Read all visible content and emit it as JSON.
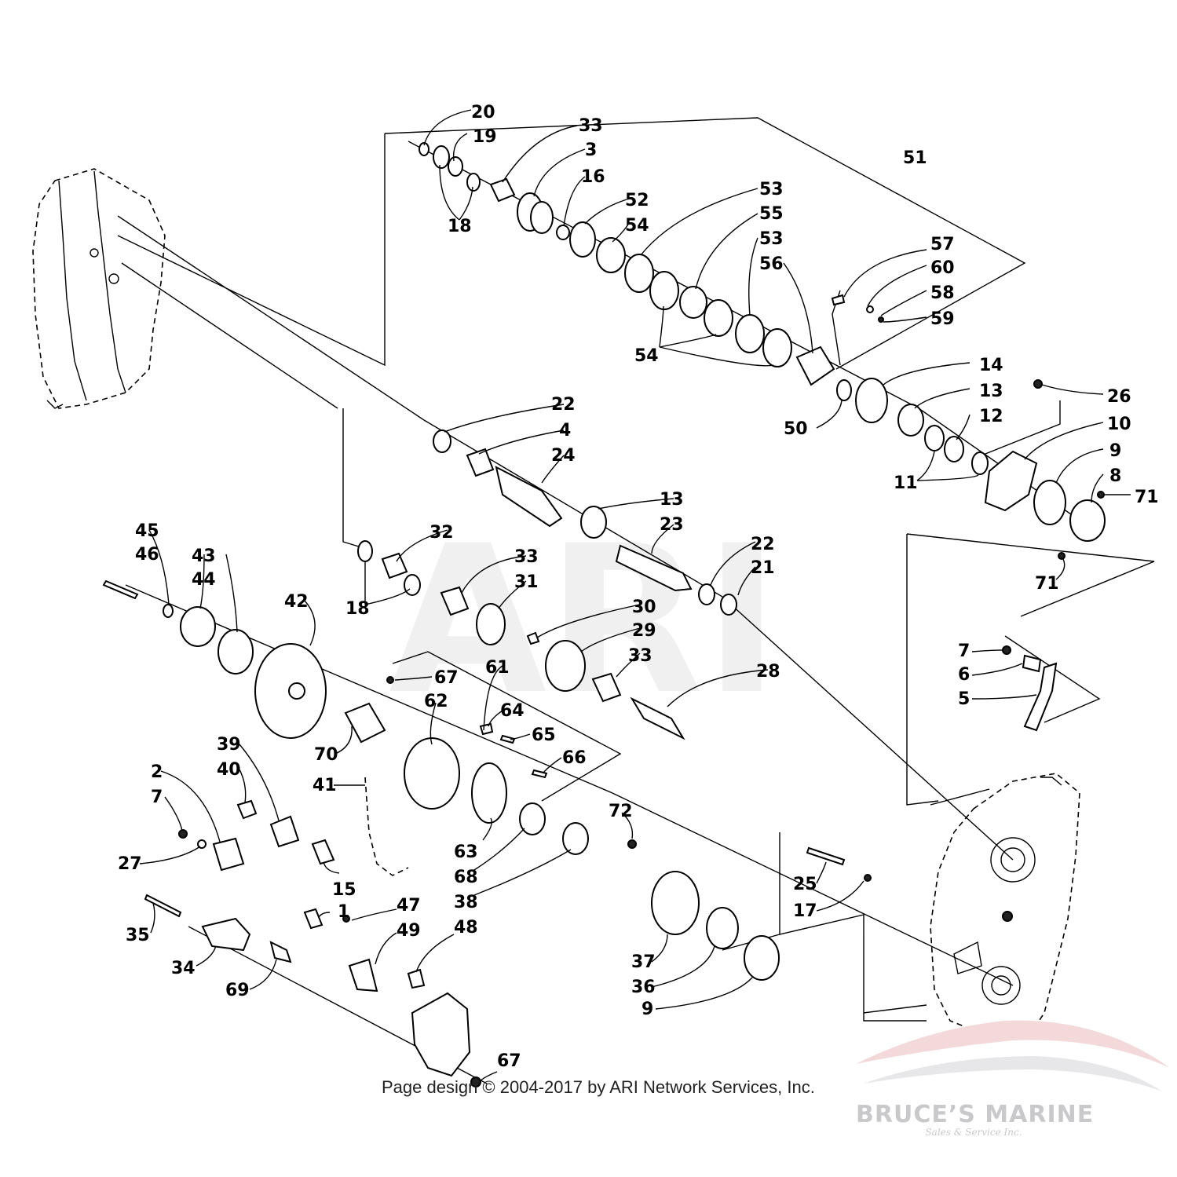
{
  "watermark": {
    "text": "ARI"
  },
  "copyright": "Page design © 2004-2017 by ARI Network Services, Inc.",
  "brand": {
    "name": "BRUCE’S MARINE",
    "tagline": "Sales & Service Inc."
  },
  "callouts": [
    {
      "id": "c20a",
      "label": "20"
    },
    {
      "id": "c19",
      "label": "19"
    },
    {
      "id": "c18a",
      "label": "18"
    },
    {
      "id": "c33a",
      "label": "33"
    },
    {
      "id": "c3",
      "label": "3"
    },
    {
      "id": "c16",
      "label": "16"
    },
    {
      "id": "c52",
      "label": "52"
    },
    {
      "id": "c54a",
      "label": "54"
    },
    {
      "id": "c51",
      "label": "51"
    },
    {
      "id": "c53a",
      "label": "53"
    },
    {
      "id": "c55",
      "label": "55"
    },
    {
      "id": "c53b",
      "label": "53"
    },
    {
      "id": "c56",
      "label": "56"
    },
    {
      "id": "c57",
      "label": "57"
    },
    {
      "id": "c60",
      "label": "60"
    },
    {
      "id": "c58",
      "label": "58"
    },
    {
      "id": "c59",
      "label": "59"
    },
    {
      "id": "c54b",
      "label": "54"
    },
    {
      "id": "c14",
      "label": "14"
    },
    {
      "id": "c13a",
      "label": "13"
    },
    {
      "id": "c50",
      "label": "50"
    },
    {
      "id": "c12",
      "label": "12"
    },
    {
      "id": "c26",
      "label": "26"
    },
    {
      "id": "c10",
      "label": "10"
    },
    {
      "id": "c9a",
      "label": "9"
    },
    {
      "id": "c8",
      "label": "8"
    },
    {
      "id": "c71a",
      "label": "71"
    },
    {
      "id": "c11",
      "label": "11"
    },
    {
      "id": "c71b",
      "label": "71"
    },
    {
      "id": "c22a",
      "label": "22"
    },
    {
      "id": "c4",
      "label": "4"
    },
    {
      "id": "c24",
      "label": "24"
    },
    {
      "id": "c13b",
      "label": "13"
    },
    {
      "id": "c23",
      "label": "23"
    },
    {
      "id": "c22b",
      "label": "22"
    },
    {
      "id": "c21",
      "label": "21"
    },
    {
      "id": "c32",
      "label": "32"
    },
    {
      "id": "c18b",
      "label": "18"
    },
    {
      "id": "c33b",
      "label": "33"
    },
    {
      "id": "c31",
      "label": "31"
    },
    {
      "id": "c30",
      "label": "30"
    },
    {
      "id": "c29",
      "label": "29"
    },
    {
      "id": "c33c",
      "label": "33"
    },
    {
      "id": "c28",
      "label": "28"
    },
    {
      "id": "c45",
      "label": "45"
    },
    {
      "id": "c46",
      "label": "46"
    },
    {
      "id": "c43",
      "label": "43"
    },
    {
      "id": "c44",
      "label": "44"
    },
    {
      "id": "c42",
      "label": "42"
    },
    {
      "id": "c67a",
      "label": "67"
    },
    {
      "id": "c61",
      "label": "61"
    },
    {
      "id": "c62",
      "label": "62"
    },
    {
      "id": "c64",
      "label": "64"
    },
    {
      "id": "c65",
      "label": "65"
    },
    {
      "id": "c66",
      "label": "66"
    },
    {
      "id": "c70",
      "label": "70"
    },
    {
      "id": "c39",
      "label": "39"
    },
    {
      "id": "c40",
      "label": "40"
    },
    {
      "id": "c41",
      "label": "41"
    },
    {
      "id": "c2",
      "label": "2"
    },
    {
      "id": "c7a",
      "label": "7"
    },
    {
      "id": "c27",
      "label": "27"
    },
    {
      "id": "c15",
      "label": "15"
    },
    {
      "id": "c63",
      "label": "63"
    },
    {
      "id": "c68",
      "label": "68"
    },
    {
      "id": "c38",
      "label": "38"
    },
    {
      "id": "c72",
      "label": "72"
    },
    {
      "id": "c1",
      "label": "1"
    },
    {
      "id": "c47",
      "label": "47"
    },
    {
      "id": "c49",
      "label": "49"
    },
    {
      "id": "c48",
      "label": "48"
    },
    {
      "id": "c35",
      "label": "35"
    },
    {
      "id": "c34",
      "label": "34"
    },
    {
      "id": "c69",
      "label": "69"
    },
    {
      "id": "c67b",
      "label": "67"
    },
    {
      "id": "c37",
      "label": "37"
    },
    {
      "id": "c36",
      "label": "36"
    },
    {
      "id": "c9b",
      "label": "9"
    },
    {
      "id": "c25",
      "label": "25"
    },
    {
      "id": "c17",
      "label": "17"
    },
    {
      "id": "c7b",
      "label": "7"
    },
    {
      "id": "c6",
      "label": "6"
    },
    {
      "id": "c5",
      "label": "5"
    }
  ]
}
